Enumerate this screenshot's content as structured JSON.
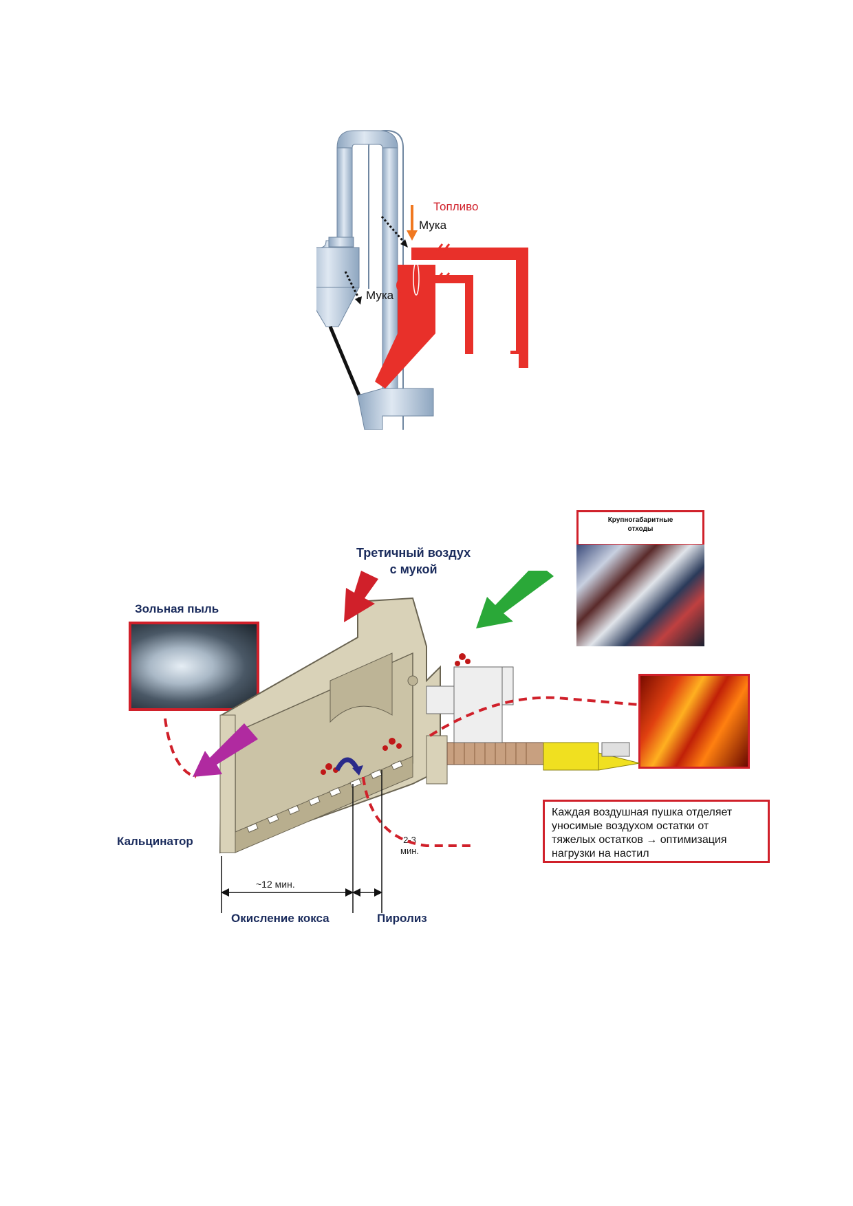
{
  "figure_top": {
    "labels": {
      "fuel": "Топливо",
      "flour_1": "Мука",
      "flour_2": "Мука"
    },
    "colors": {
      "pipe": "#b8cce0",
      "reactor": "#e8302a",
      "fuel_arrow": "#f07820"
    }
  },
  "figure_bottom": {
    "labels": {
      "tertiary_air": [
        "Третичный воздух",
        "с мукой"
      ],
      "ash_dust": "Зольная пыль",
      "calciner": "Кальцинатор",
      "time_main": "~12 мин.",
      "time_short": [
        "2-3",
        "мин."
      ],
      "coke_oxidation": "Окисление кокса",
      "pyrolysis": "Пиролиз",
      "bulky_waste": [
        "Крупногабаритные",
        "отходы"
      ],
      "air_gun_note": [
        "Каждая воздушная пушка отделяет",
        "уносимые воздухом остатки от",
        "тяжелых остатков → оптимизация",
        "нагрузки на настил"
      ]
    },
    "colors": {
      "chamber": "#d9d2b8",
      "red_arrow": "#d0202a",
      "green_arrow": "#2aa838",
      "purple_arrow": "#b02aa0",
      "feeder": "#f0e020",
      "dashed": "#d0202a"
    }
  }
}
